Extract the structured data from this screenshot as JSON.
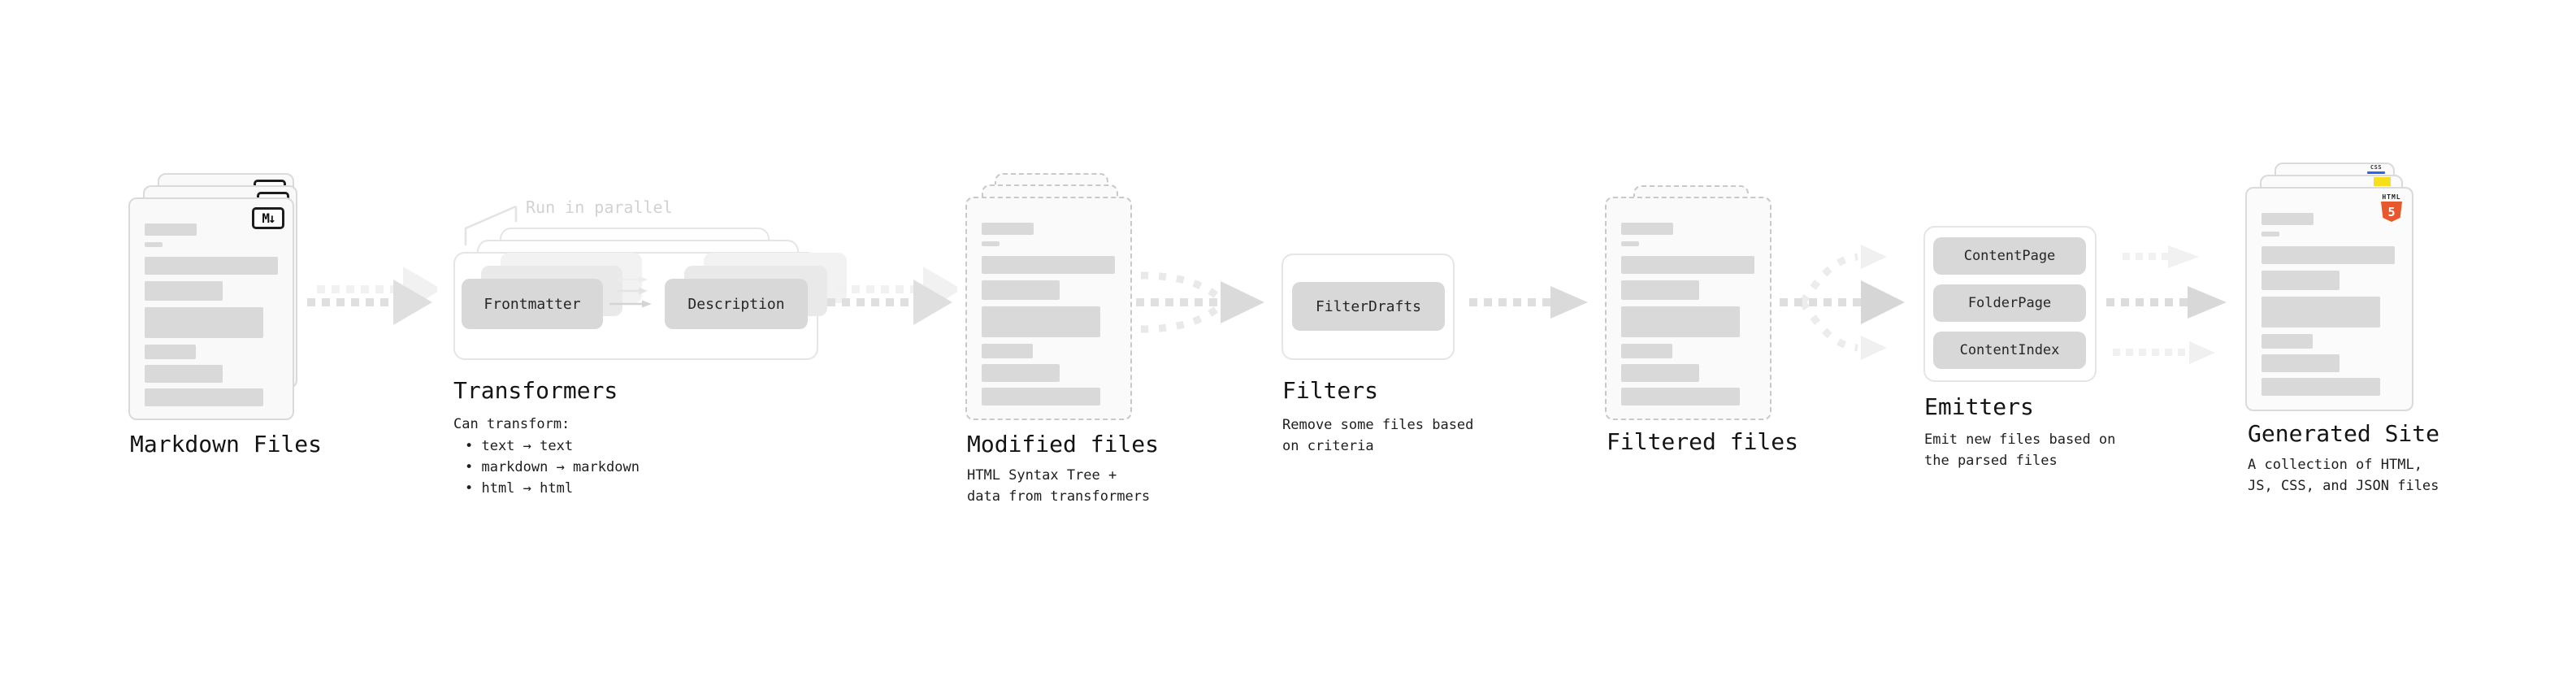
{
  "pipeline": {
    "markdown_files": {
      "title": "Markdown Files",
      "badge": "M↓"
    },
    "transformers": {
      "title": "Transformers",
      "annotation": "Run in parallel",
      "frontmatter_label": "Frontmatter",
      "description_label": "Description",
      "note_heading": "Can transform:",
      "bullet_1": "• text → text",
      "bullet_2": "• markdown → markdown",
      "bullet_3": "• html → html"
    },
    "modified_files": {
      "title": "Modified files",
      "subtitle_1": "HTML Syntax Tree +",
      "subtitle_2": "data from transformers"
    },
    "filters": {
      "title": "Filters",
      "subtitle_1": "Remove some files based",
      "subtitle_2": "on criteria",
      "filter_drafts_label": "FilterDrafts"
    },
    "filtered_files": {
      "title": "Filtered files"
    },
    "emitters": {
      "title": "Emitters",
      "subtitle_1": "Emit new files based on",
      "subtitle_2": "the parsed files",
      "content_page_label": "ContentPage",
      "folder_page_label": "FolderPage",
      "content_index_label": "ContentIndex"
    },
    "generated_site": {
      "title": "Generated Site",
      "subtitle_1": "A collection of HTML,",
      "subtitle_2": "JS, CSS, and JSON files",
      "css_badge": "CSS",
      "html5_badge_word": "HTML",
      "html5_badge_number": "5"
    }
  },
  "colors": {
    "css_blue": "#2965f1",
    "js_yellow": "#f7df1e",
    "html5_orange": "#e8582d",
    "placeholder_gray": "#d9d9d9"
  }
}
